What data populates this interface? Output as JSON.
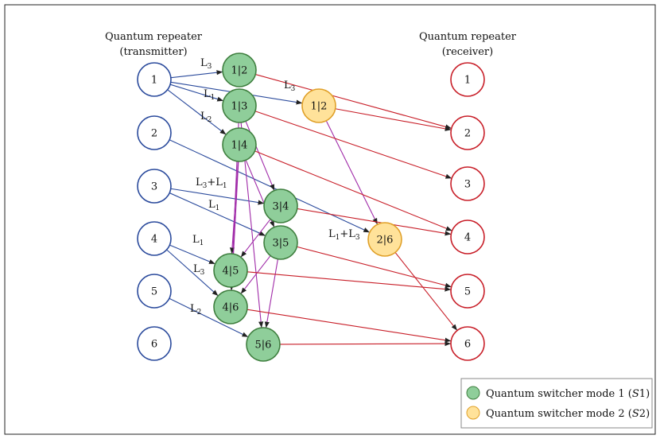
{
  "headers": {
    "transmitter_line1": "Quantum repeater",
    "transmitter_line2": "(transmitter)",
    "receiver_line1": "Quantum repeater",
    "receiver_line2": "(receiver)"
  },
  "transmitters": [
    "1",
    "2",
    "3",
    "4",
    "5",
    "6"
  ],
  "receivers": [
    "1",
    "2",
    "3",
    "4",
    "5",
    "6"
  ],
  "switch_nodes": {
    "s1_12": "1|2",
    "s1_13": "1|3",
    "s1_14": "1|4",
    "s1_34": "3|4",
    "s1_35": "3|5",
    "s1_45": "4|5",
    "s1_46": "4|6",
    "s1_56": "5|6",
    "s2_12": "1|2",
    "s2_26": "2|6"
  },
  "edge_labels": {
    "l_t1_s12": {
      "main": "L",
      "sub": "3"
    },
    "l_t1_s13": {
      "main": "L",
      "sub": "1"
    },
    "l_t1_s14": {
      "main": "L",
      "sub": "2"
    },
    "l_t1_y12": {
      "main": "L",
      "sub": "3"
    },
    "l_t3_s34": {
      "main": "L",
      "sub": "3",
      "tail": "+L",
      "sub2": "1"
    },
    "l_t3_s35": {
      "main": "L",
      "sub": "1"
    },
    "l_t4_s45": {
      "main": "L",
      "sub": "1"
    },
    "l_t4_s46": {
      "main": "L",
      "sub": "3"
    },
    "l_t5_s56": {
      "main": "L",
      "sub": "2"
    },
    "l_t2_y26": {
      "main": "L",
      "sub": "1",
      "tail": "+L",
      "sub2": "3"
    }
  },
  "legend": {
    "mode1_prefix": "Quantum switcher mode 1 (",
    "mode1_italic": "S",
    "mode1_num": "1",
    "mode1_suffix": ")",
    "mode2_prefix": "Quantum switcher mode 2 (",
    "mode2_italic": "S",
    "mode2_num": "2",
    "mode2_suffix": ")"
  },
  "colors": {
    "transmitter": "#2a4a9c",
    "receiver": "#c81e28",
    "mode1_fill": "#8fce9a",
    "mode1_stroke": "#3f7f3f",
    "mode2_fill": "#ffe29a",
    "mode2_stroke": "#e0a028",
    "purple": "#a02aa8"
  }
}
